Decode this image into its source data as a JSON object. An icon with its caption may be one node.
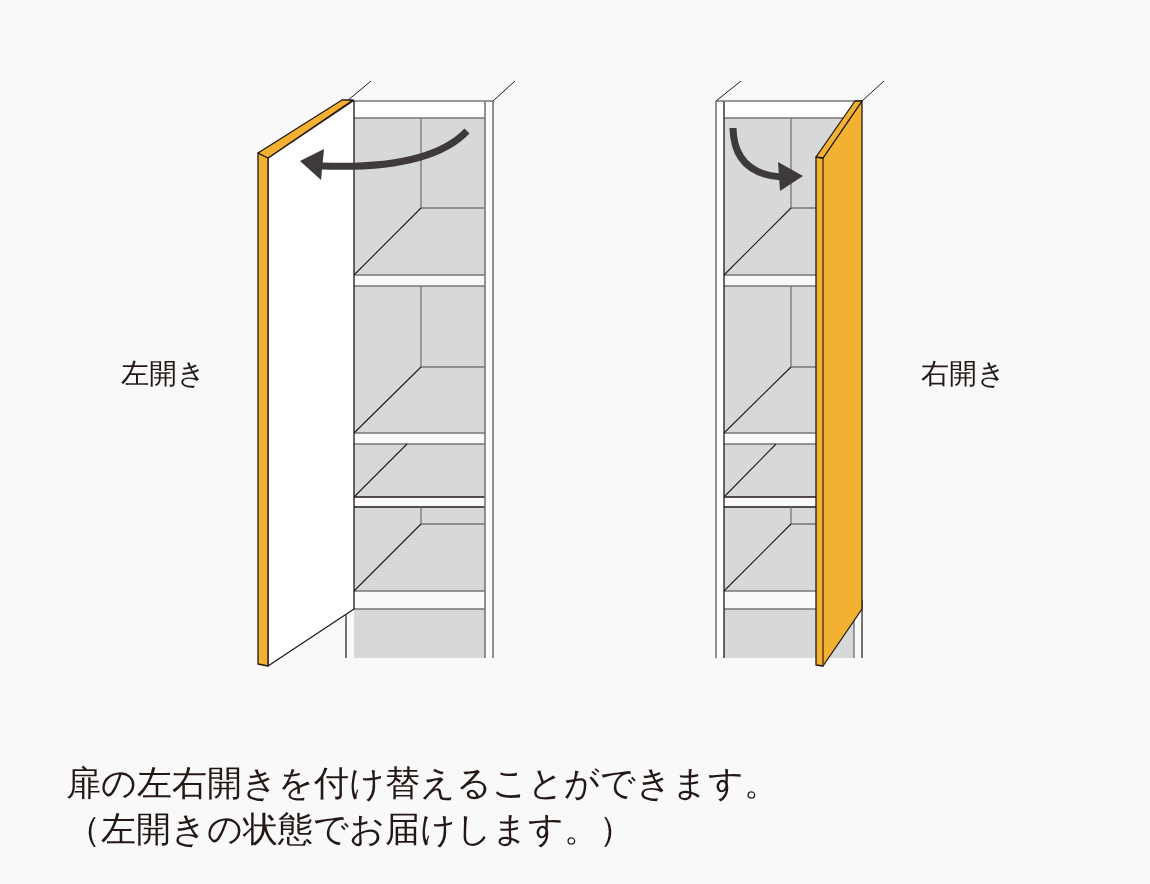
{
  "diagram": {
    "caption": "扉の左右開きを付け替えることができます。（左開きの状態でお届けします。）",
    "labels": [
      "左開き",
      "右開き"
    ]
  }
}
